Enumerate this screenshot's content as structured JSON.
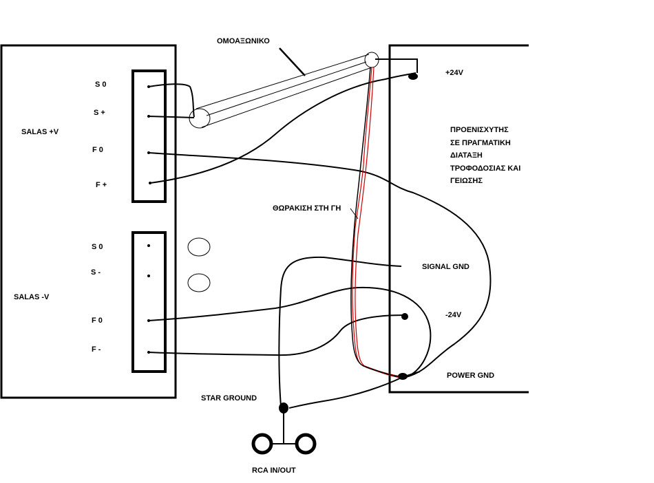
{
  "labels": {
    "coax": "ΟΜΟΑΞΩΝΙΚΟ",
    "plus24": "+24V",
    "minus24": "-24V",
    "signal_gnd": "SIGNAL GND",
    "power_gnd": "POWER GND",
    "star_ground": "STAR GROUND",
    "rca": "RCA  IN/OUT",
    "shield": "ΘΩΡΑΚΙΣΗ ΣΤΗ ΓΗ",
    "salas_pos": "SALAS +V",
    "salas_neg": "SALAS -V",
    "preamp_note": [
      "ΠΡΟΕΝΙΣΧΥΤΗΣ",
      "ΣΕ ΠΡΑΓΜΑΤΙΚΗ",
      "ΔΙΑΤΑΞΗ",
      "ΤΡΟΦΟΔΟΣΙΑΣ ΚΑΙ",
      "ΓΕΙΩΣΗΣ"
    ]
  },
  "salas_pos_pins": [
    "S 0",
    "S +",
    "F 0",
    "F +"
  ],
  "salas_neg_pins": [
    "S 0",
    "S -",
    "F 0",
    "F -"
  ],
  "colors": {
    "ink": "#000000",
    "shield": "#cc0000"
  }
}
